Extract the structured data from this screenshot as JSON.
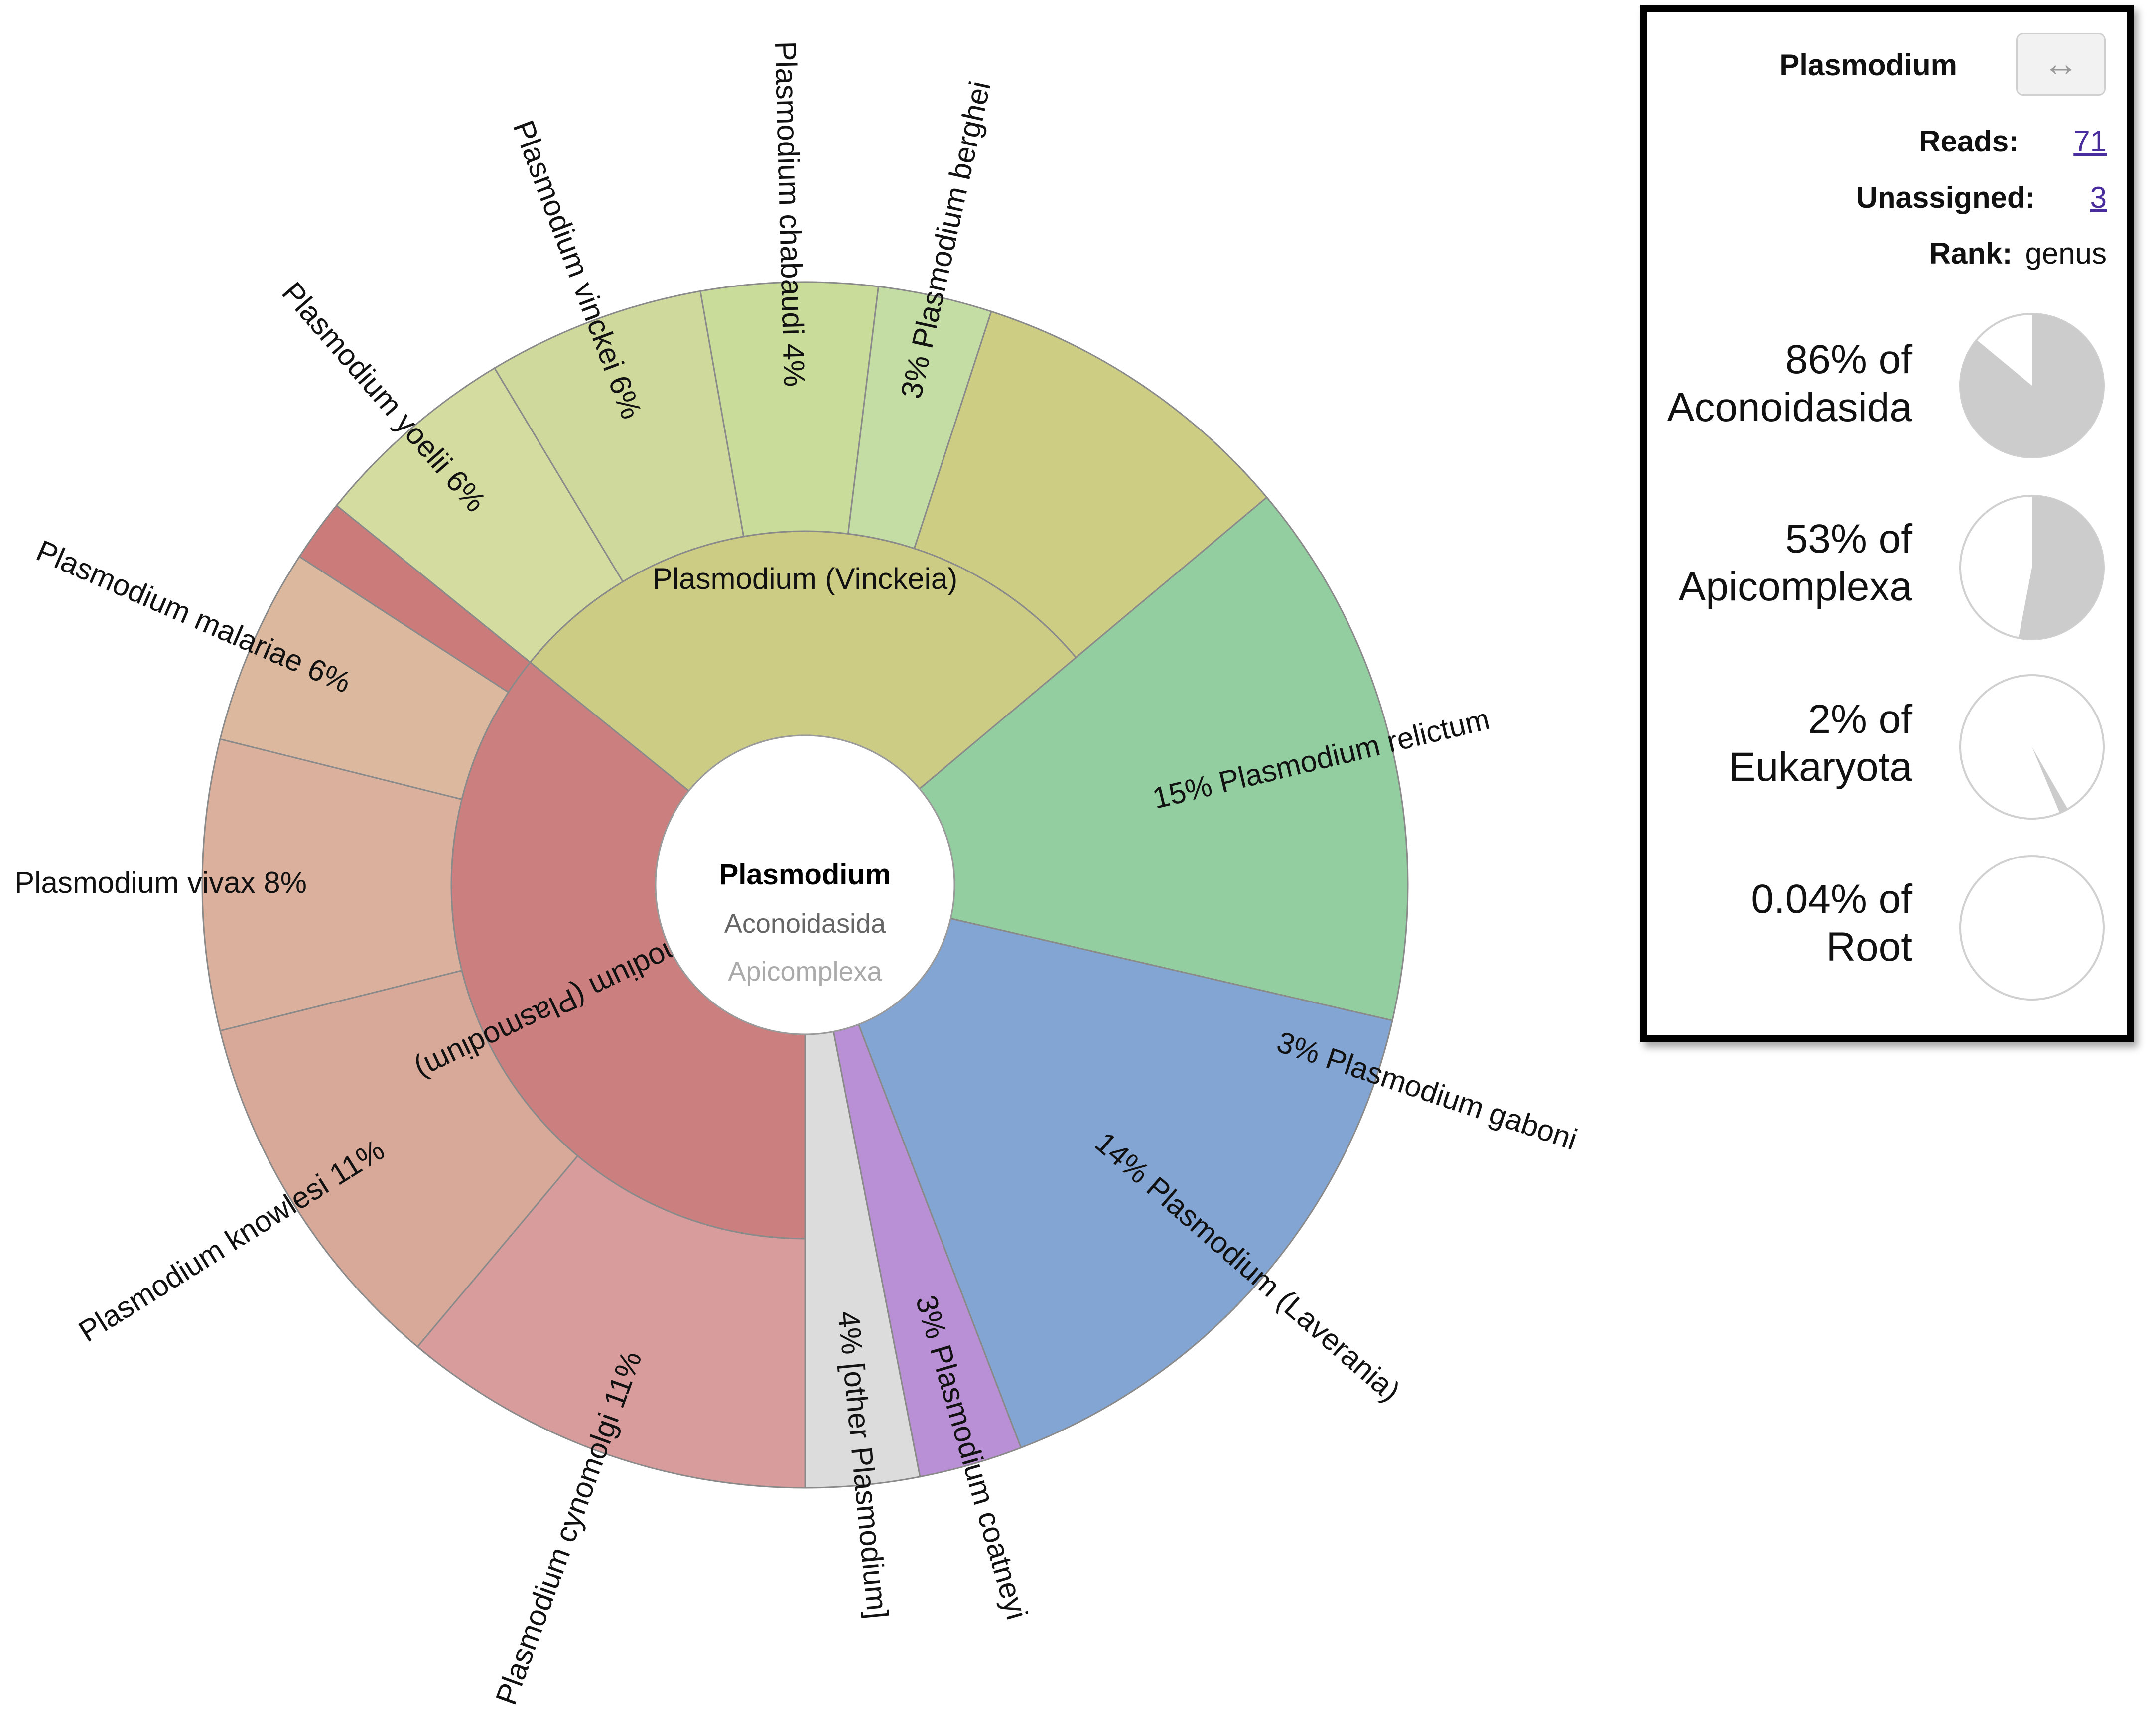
{
  "chart_data": {
    "type": "sunburst",
    "center": {
      "name": "Plasmodium",
      "parent": "Aconoidasida",
      "grandparent": "Apicomplexa"
    },
    "segments": [
      {
        "name": "Plasmodium relictum",
        "pct_label": "15%",
        "ring": "leaf",
        "group": "",
        "start_deg": 50,
        "end_deg": 103,
        "color": "#93ceA0"
      },
      {
        "name": "Plasmodium gaboni",
        "pct_label": "3%",
        "ring": "leaf",
        "group": "Plasmodium (Laverania)",
        "start_deg": 103,
        "end_deg": 114,
        "color": "#9db8e0"
      },
      {
        "name": "Plasmodium (Laverania)",
        "pct_label": "14%",
        "ring": "inner-outer",
        "group": "",
        "start_deg": 103,
        "end_deg": 159,
        "color": "#82a5d4"
      },
      {
        "name": "Plasmodium coatneyi",
        "pct_label": "3%",
        "ring": "inner-outer",
        "group": "",
        "start_deg": 159,
        "end_deg": 169,
        "color": "#b98fd6"
      },
      {
        "name": "[other Plasmodium]",
        "pct_label": "4%",
        "ring": "inner-outer",
        "group": "",
        "start_deg": 169,
        "end_deg": 180,
        "color": "#dcdcdc"
      },
      {
        "name": "Plasmodium cynomolgi",
        "pct_label": "11%",
        "ring": "leaf",
        "group": "Plasmodium (Plasmodium)",
        "start_deg": 180,
        "end_deg": 220,
        "color": "#d89c9c"
      },
      {
        "name": "Plasmodium knowlesi",
        "pct_label": "11%",
        "ring": "leaf",
        "group": "Plasmodium (Plasmodium)",
        "start_deg": 220,
        "end_deg": 256,
        "color": "#d8a898"
      },
      {
        "name": "Plasmodium vivax",
        "pct_label": "8%",
        "ring": "leaf",
        "group": "Plasmodium (Plasmodium)",
        "start_deg": 256,
        "end_deg": 284,
        "color": "#dbb09c"
      },
      {
        "name": "Plasmodium malariae",
        "pct_label": "6%",
        "ring": "leaf",
        "group": "Plasmodium (Plasmodium)",
        "start_deg": 284,
        "end_deg": 303,
        "color": "#dcb89e"
      },
      {
        "name": "",
        "pct_label": "",
        "ring": "leaf",
        "group": "Plasmodium (Plasmodium)",
        "start_deg": 303,
        "end_deg": 309,
        "color": "#cc7b7b"
      },
      {
        "name": "Plasmodium yoelii",
        "pct_label": "6%",
        "ring": "leaf",
        "group": "Plasmodium (Vinckeia)",
        "start_deg": 309,
        "end_deg": 329,
        "color": "#d5dca0"
      },
      {
        "name": "Plasmodium vinckei",
        "pct_label": "6%",
        "ring": "leaf",
        "group": "Plasmodium (Vinckeia)",
        "start_deg": 329,
        "end_deg": 350,
        "color": "#cfd99c"
      },
      {
        "name": "Plasmodium chabaudi",
        "pct_label": "4%",
        "ring": "leaf",
        "group": "Plasmodium (Vinckeia)",
        "start_deg": 350,
        "end_deg": 367,
        "color": "#c9dc9a"
      },
      {
        "name": "Plasmodium berghei",
        "pct_label": "3%",
        "ring": "leaf",
        "group": "Plasmodium (Vinckeia)",
        "start_deg": 367,
        "end_deg": 378,
        "color": "#c4dda4"
      },
      {
        "name": "",
        "pct_label": "",
        "ring": "leaf",
        "group": "Plasmodium (Vinckeia)",
        "start_deg": 378,
        "end_deg": 410,
        "color": "#cdce84"
      }
    ],
    "groups": [
      {
        "name": "Plasmodium (Plasmodium)",
        "start_deg": 180,
        "end_deg": 309,
        "color": "#cb7f7f"
      },
      {
        "name": "Plasmodium (Vinckeia)",
        "start_deg": 309,
        "end_deg": 410,
        "color": "#cdcc84"
      }
    ]
  },
  "details": {
    "title": "Plasmodium",
    "expand_button": "↔",
    "reads_label": "Reads:",
    "reads_value": "71",
    "unassigned_label": "Unassigned:",
    "unassigned_value": "3",
    "rank_label": "Rank:",
    "rank_value": "genus",
    "pies": [
      {
        "pct": "86% of",
        "of": "Aconoidasida",
        "fraction": 0.86
      },
      {
        "pct": "53% of",
        "of": "Apicomplexa",
        "fraction": 0.53
      },
      {
        "pct": "2% of",
        "of": "Eukaryota",
        "fraction": 0.02
      },
      {
        "pct": "0.04% of",
        "of": "Root",
        "fraction": 0.0004
      }
    ]
  }
}
